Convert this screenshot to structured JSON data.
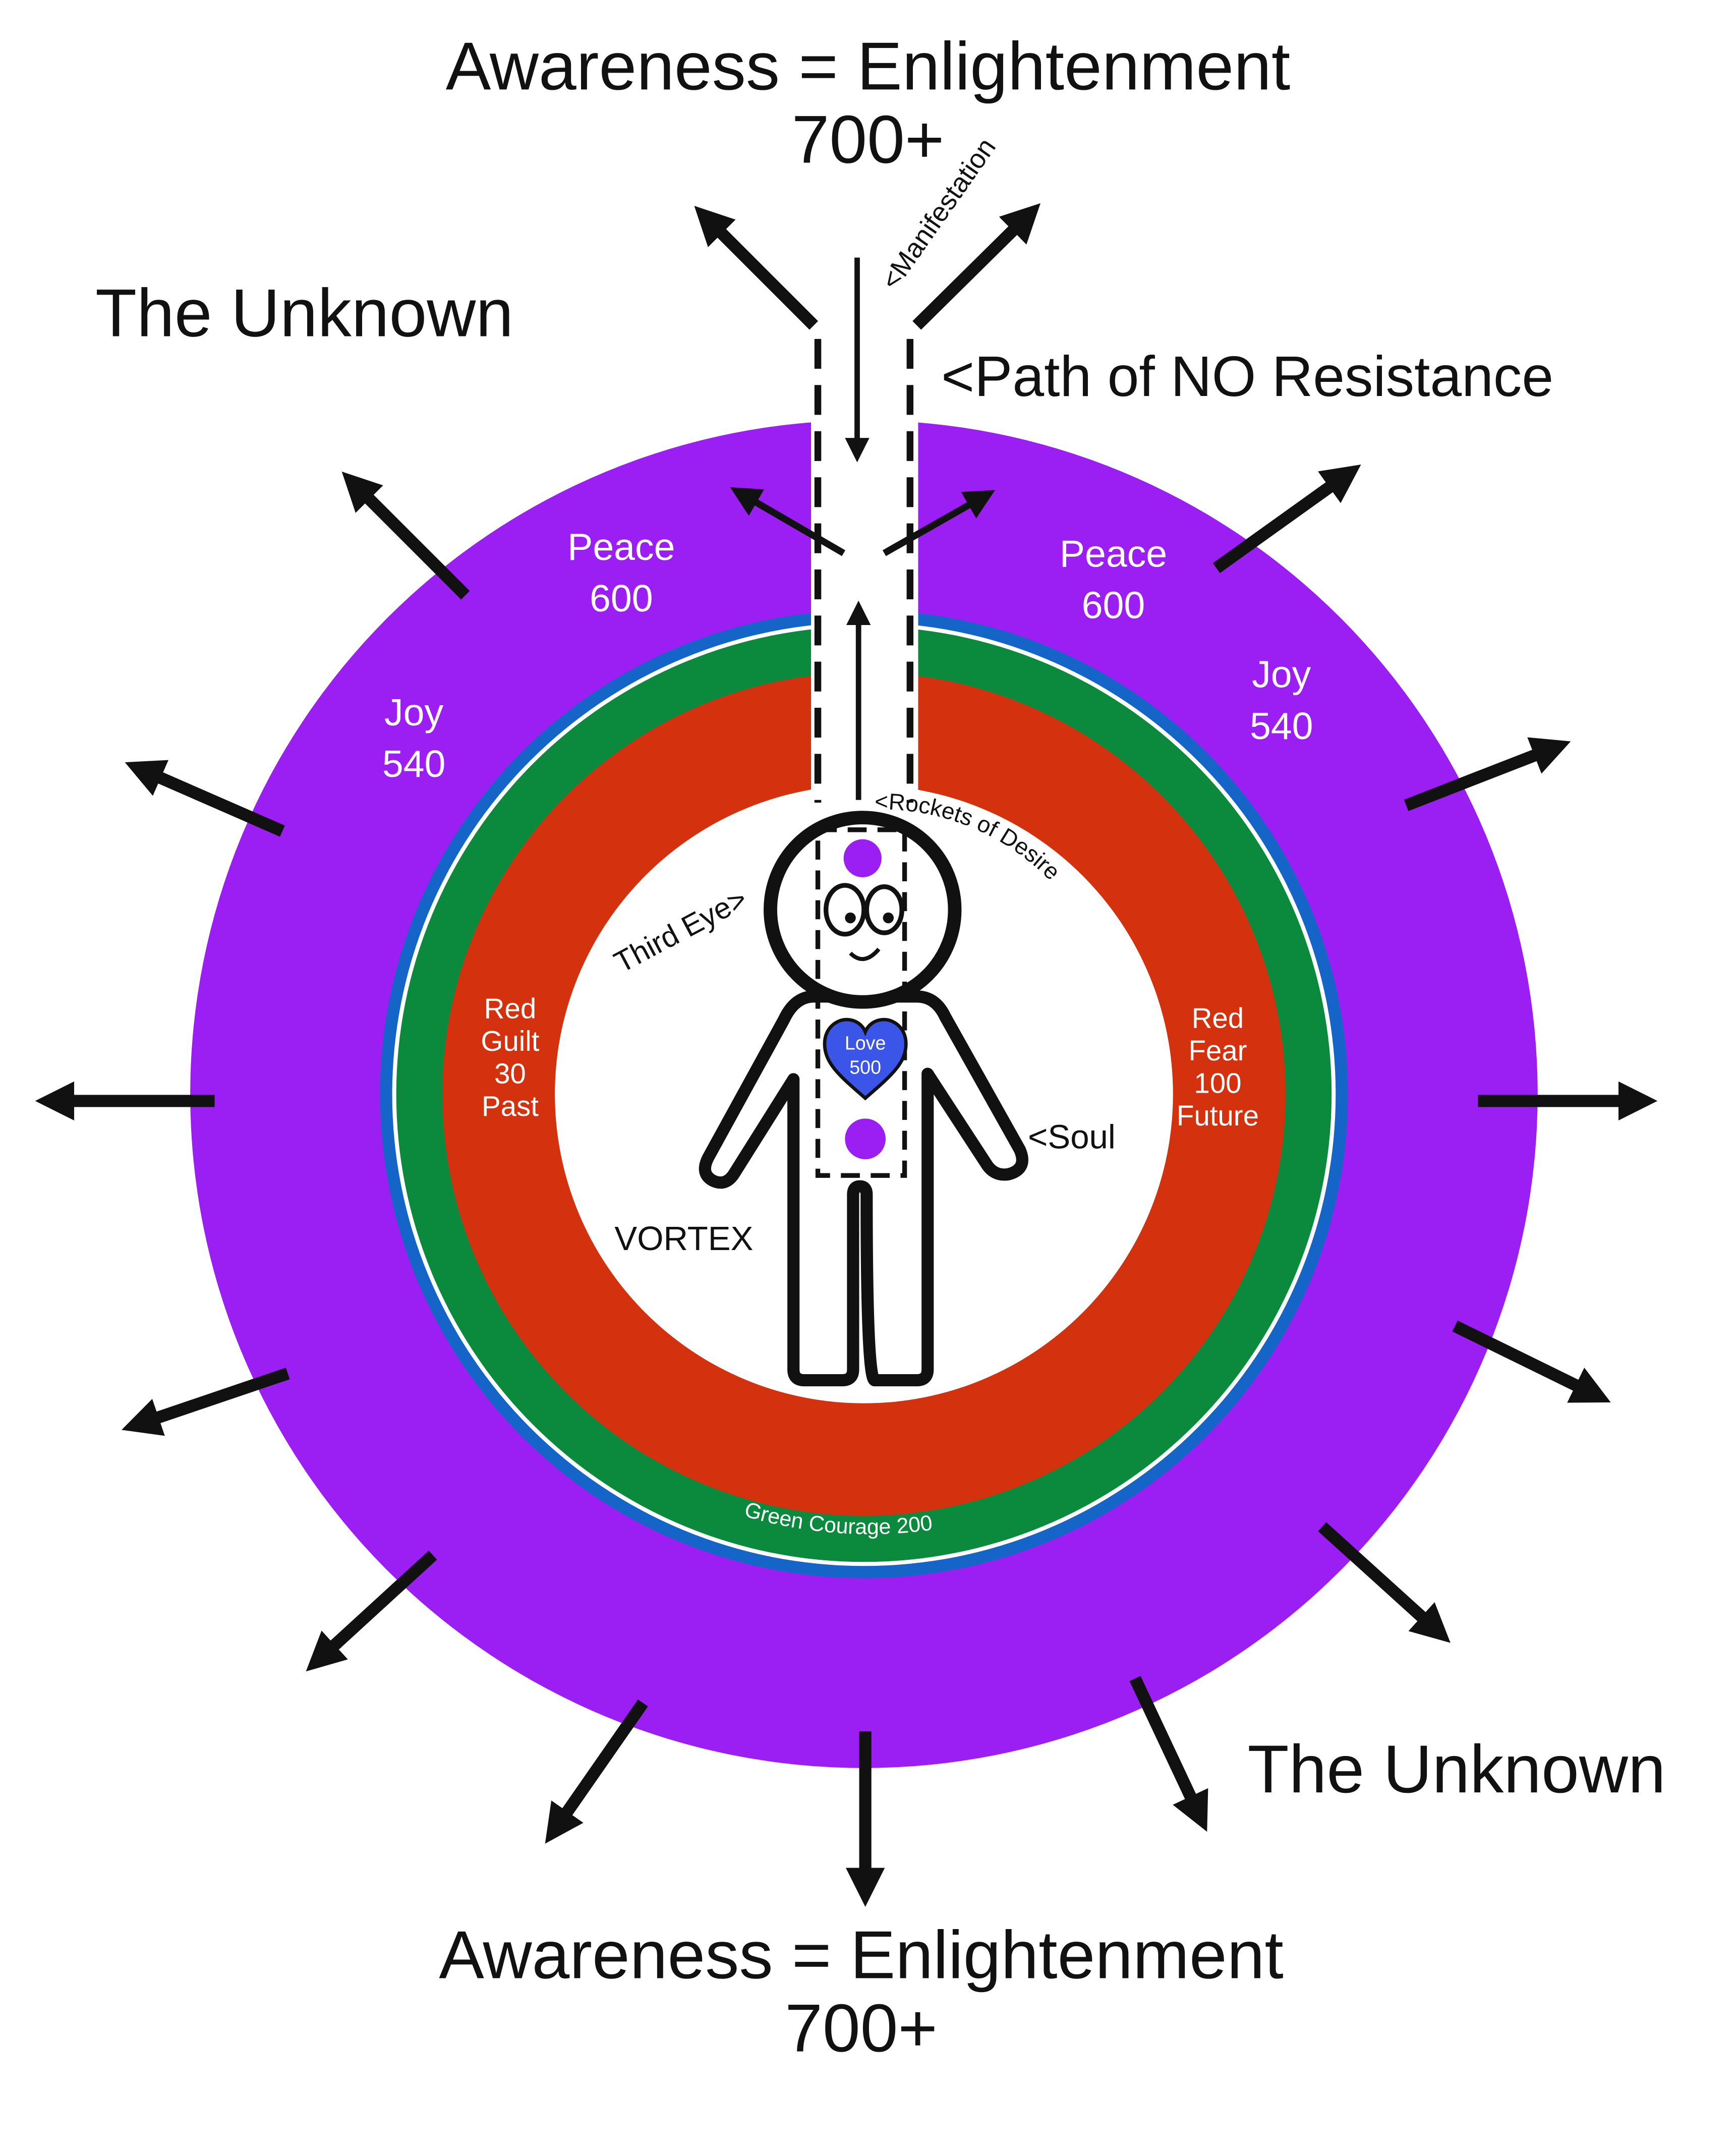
{
  "title_top": {
    "line1": "Awareness = Enlightenment",
    "line2": "700+"
  },
  "title_bottom": {
    "line1": "Awareness = Enlightenment",
    "line2": "700+"
  },
  "unknown_top_left": "The Unknown",
  "unknown_bottom_right": "The Unknown",
  "path_label": "<Path of NO Resistance",
  "manifestation_label": "<Manifestation",
  "rockets_label": "<Rockets of Desire",
  "third_eye_label": "Third Eye>",
  "soul_label": "<Soul",
  "vortex_label": "VORTEX",
  "peace_left": {
    "name": "Peace",
    "value": "600"
  },
  "peace_right": {
    "name": "Peace",
    "value": "600"
  },
  "joy_left": {
    "name": "Joy",
    "value": "540"
  },
  "joy_right": {
    "name": "Joy",
    "value": "540"
  },
  "guilt": {
    "color": "Red",
    "name": "Guilt",
    "value": "30",
    "time": "Past"
  },
  "fear": {
    "color": "Red",
    "name": "Fear",
    "value": "100",
    "time": "Future"
  },
  "courage_label": "Green Courage 200",
  "love": {
    "name": "Love",
    "value": "500"
  },
  "colors": {
    "purple": "#9b1ff2",
    "blue": "#1565c8",
    "green": "#0b8a3e",
    "red": "#d4320f",
    "heart": "#3b55e8",
    "chakra": "#9b1ff2",
    "ink": "#111111"
  }
}
